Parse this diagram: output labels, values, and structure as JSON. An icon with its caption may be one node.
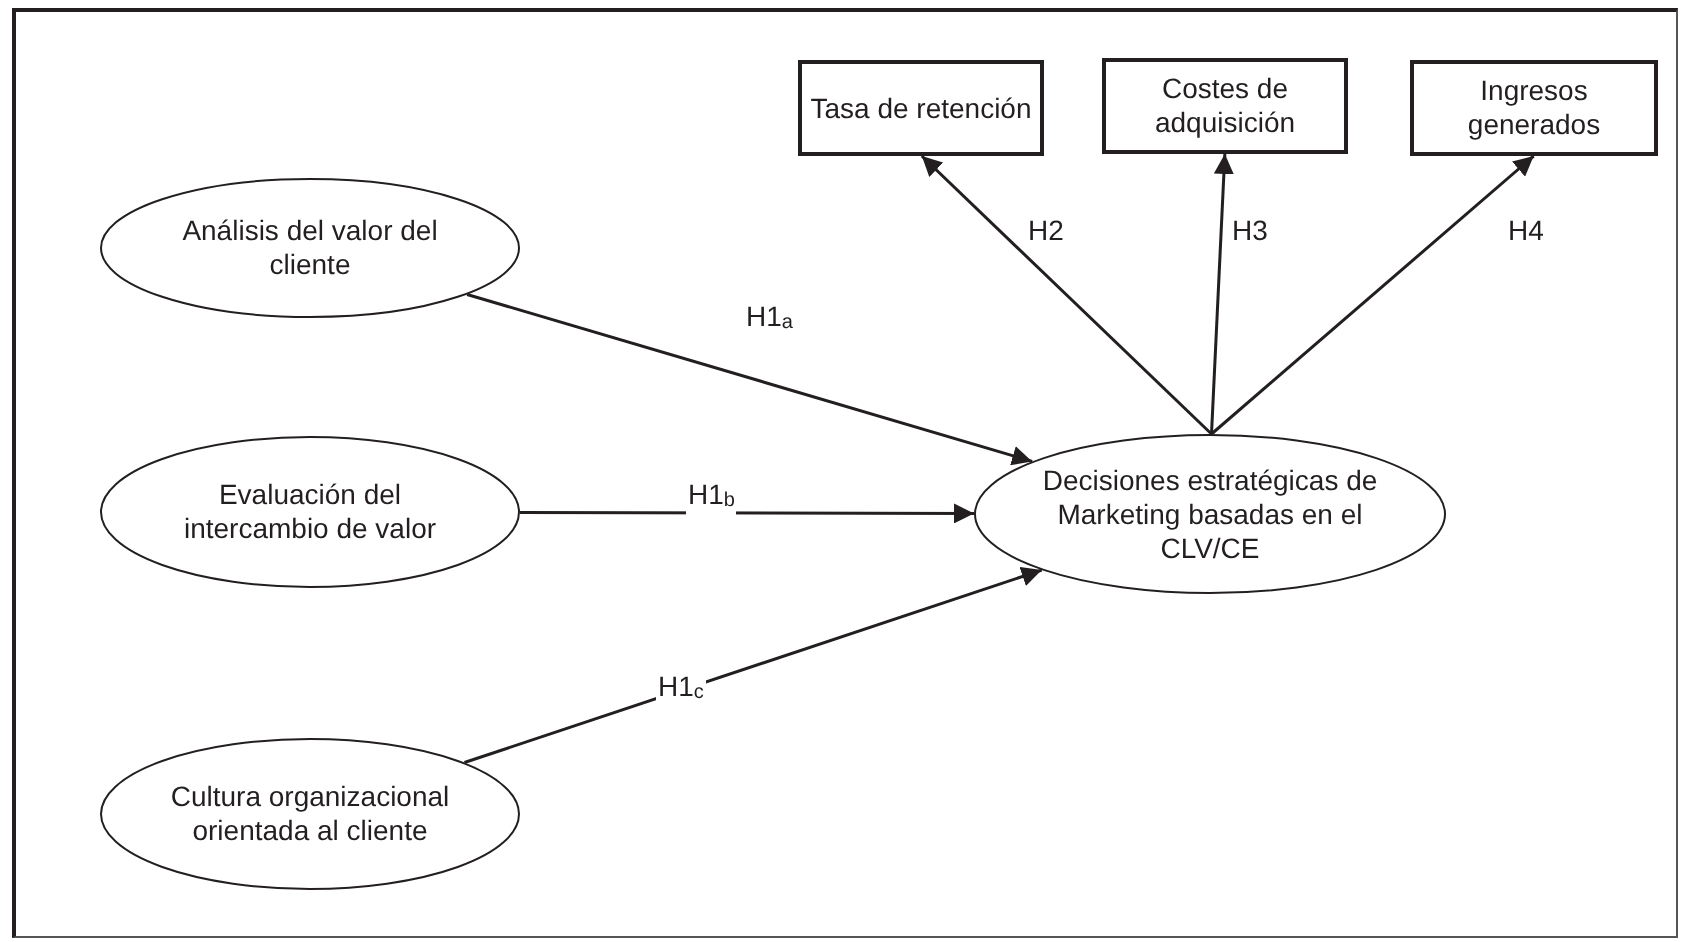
{
  "diagram": {
    "nodes": [
      {
        "text": [
          "Análisis del valor del cliente"
        ]
      },
      {
        "text": [
          "Evaluación del intercambio de valor"
        ]
      },
      {
        "text": [
          "Cultura organizacional orientada al cliente"
        ]
      },
      {
        "text": [
          "Decisiones estratégicas de Marketing basadas en el CLV/CE"
        ]
      },
      {
        "text": [
          "Tasa de retención"
        ]
      },
      {
        "text": [
          "Costes de adquisición"
        ]
      },
      {
        "text": [
          "Ingresos generados"
        ]
      }
    ],
    "edges": [
      {
        "from": 0,
        "to": 3,
        "arrow": "to",
        "label": "H1$_{a}$"
      },
      {
        "from": 1,
        "to": 3,
        "arrow": "to",
        "label": "H1$_{b}$"
      },
      {
        "from": 2,
        "to": 3,
        "arrow": "to",
        "label": "H1$_{c}$"
      },
      {
        "from": 3,
        "to": 4,
        "arrow": "to",
        "label": "H2"
      },
      {
        "from": 3,
        "to": 5,
        "arrow": "to",
        "label": "H3"
      },
      {
        "from": 3,
        "to": 6,
        "arrow": "to",
        "label": "H4"
      }
    ]
  }
}
